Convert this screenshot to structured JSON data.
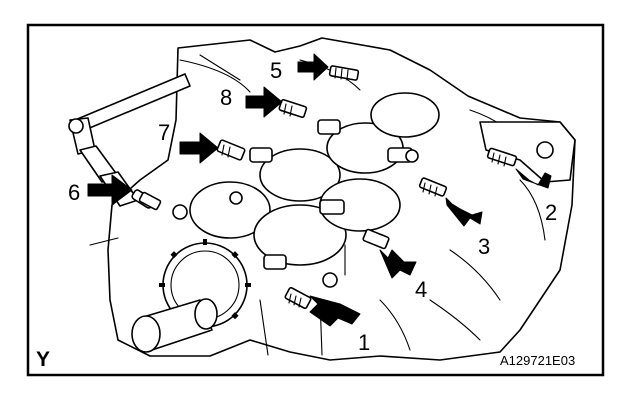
{
  "figure": {
    "view_letter": "Y",
    "figure_code": "A129721E03"
  },
  "callouts": [
    "1",
    "2",
    "3",
    "4",
    "5",
    "6",
    "7",
    "8"
  ]
}
